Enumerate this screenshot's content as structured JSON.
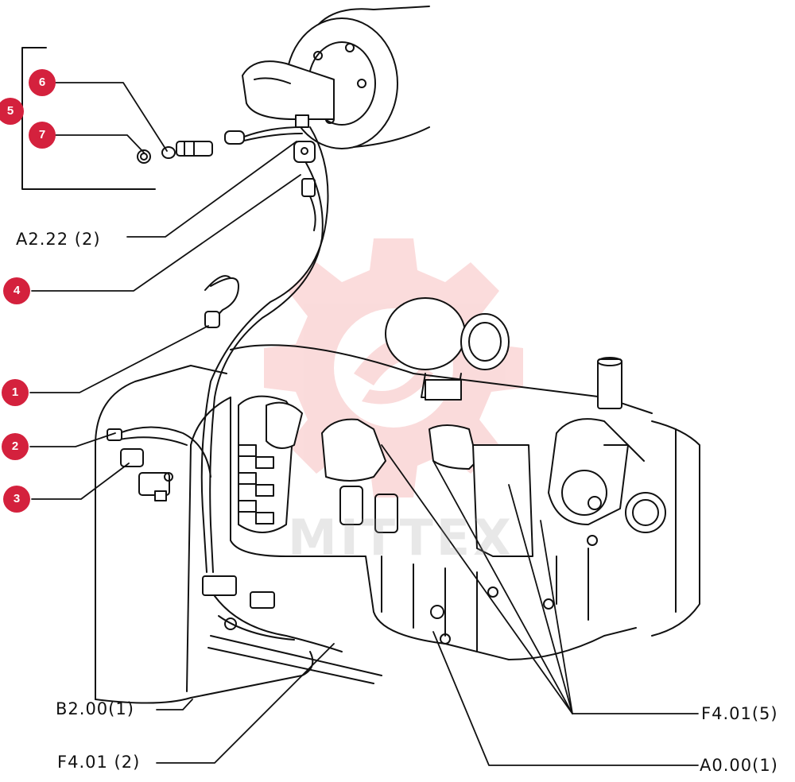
{
  "colors": {
    "badge": "#d4213d",
    "ink": "#111111",
    "watermark": "#f08080"
  },
  "watermark": {
    "icon": "gear-logo-icon",
    "text": "MITTEX"
  },
  "callouts": [
    {
      "number": "1"
    },
    {
      "number": "2"
    },
    {
      "number": "3"
    },
    {
      "number": "4"
    },
    {
      "number": "5"
    },
    {
      "number": "6"
    },
    {
      "number": "7"
    }
  ],
  "references": {
    "a2_22": "A2.22 (2)",
    "b2_00": "B2.00(1)",
    "f4_01_2": "F4.01 (2)",
    "f4_01_5": "F4.01(5)",
    "a0_00": "A0.00(1)"
  }
}
